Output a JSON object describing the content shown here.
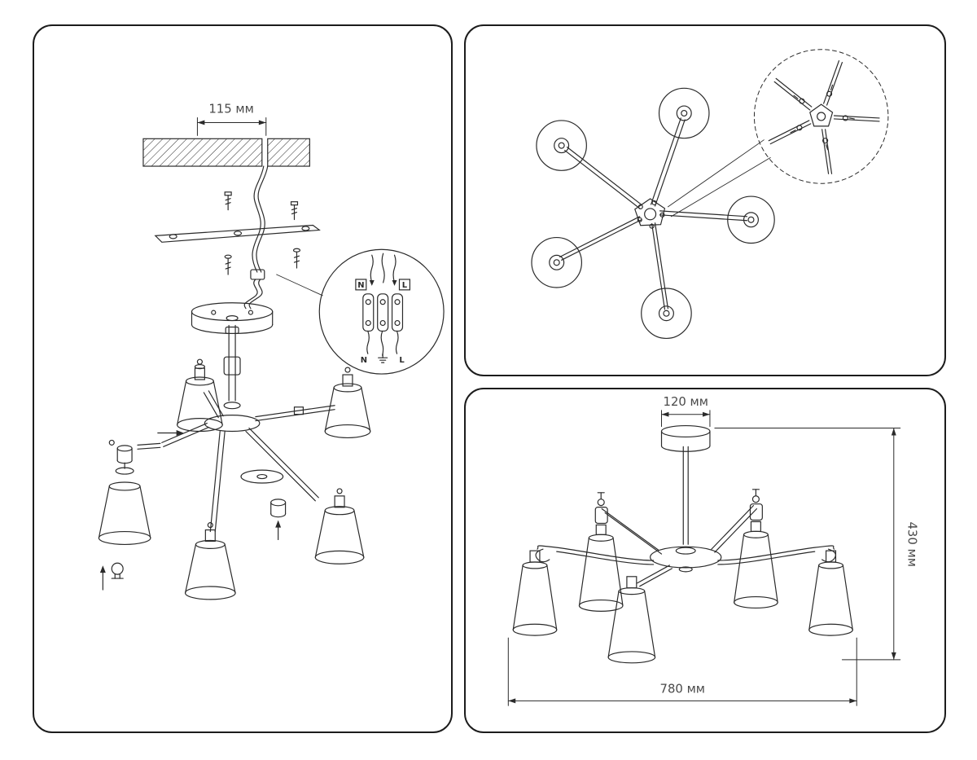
{
  "document": {
    "type": "chandelier-assembly-instructions",
    "panels": [
      "installation",
      "top-view",
      "side-view-dimensions"
    ]
  },
  "colors": {
    "line": "#2a2a2a",
    "border": "#1c1c1c",
    "background": "#ffffff",
    "dim_text": "#4a4a4a"
  },
  "install_panel": {
    "ceiling_dim": "115 мм",
    "terminals": {
      "top_left": "N",
      "top_right": "L",
      "bottom_left": "N",
      "bottom_right": "L"
    }
  },
  "side_view_panel": {
    "canopy_dim": "120 мм",
    "height_dim": "430 мм",
    "width_dim": "780 мм"
  }
}
